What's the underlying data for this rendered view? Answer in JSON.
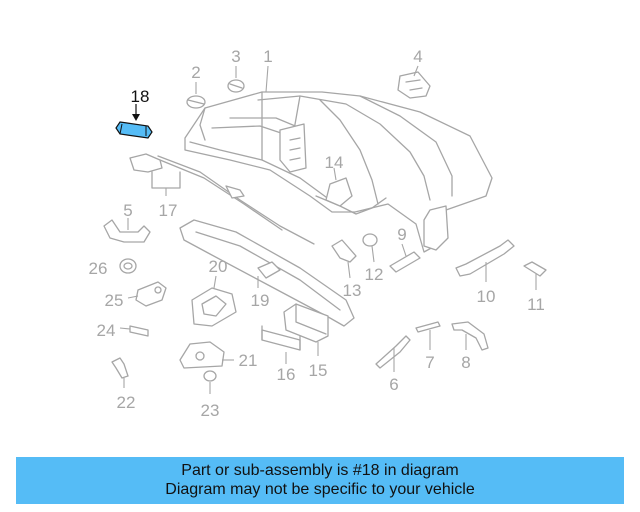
{
  "highlight_color": "#55bcf6",
  "part_color": "#a6a6a6",
  "highlighted_part": "18",
  "labels": {
    "l1": "1",
    "l2": "2",
    "l3": "3",
    "l4": "4",
    "l5": "5",
    "l6": "6",
    "l7": "7",
    "l8": "8",
    "l9": "9",
    "l10": "10",
    "l11": "11",
    "l12": "12",
    "l13": "13",
    "l14": "14",
    "l15": "15",
    "l16": "16",
    "l17": "17",
    "l18": "18",
    "l19": "19",
    "l20": "20",
    "l21": "21",
    "l22": "22",
    "l23": "23",
    "l24": "24",
    "l25": "25",
    "l26": "26"
  },
  "banner": {
    "line1": "Part or sub-assembly is #18 in diagram",
    "line2": "Diagram may not be specific to your vehicle"
  }
}
